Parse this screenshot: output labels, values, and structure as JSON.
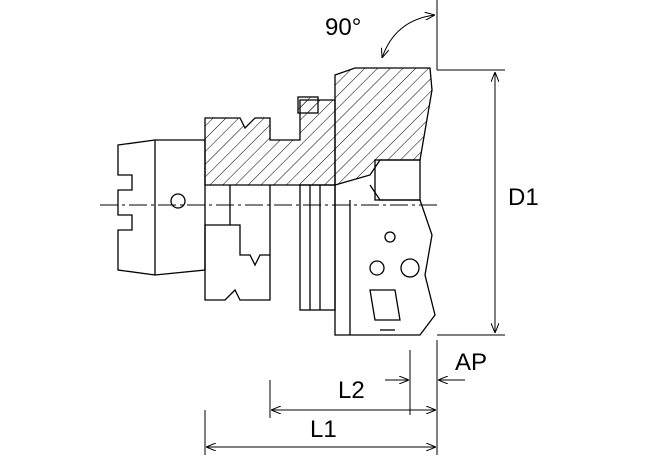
{
  "labels": {
    "angle": "90°",
    "d1": "D1",
    "ap": "AP",
    "l2": "L2",
    "l1": "L1"
  },
  "colors": {
    "line": "#000000",
    "background": "#ffffff"
  }
}
